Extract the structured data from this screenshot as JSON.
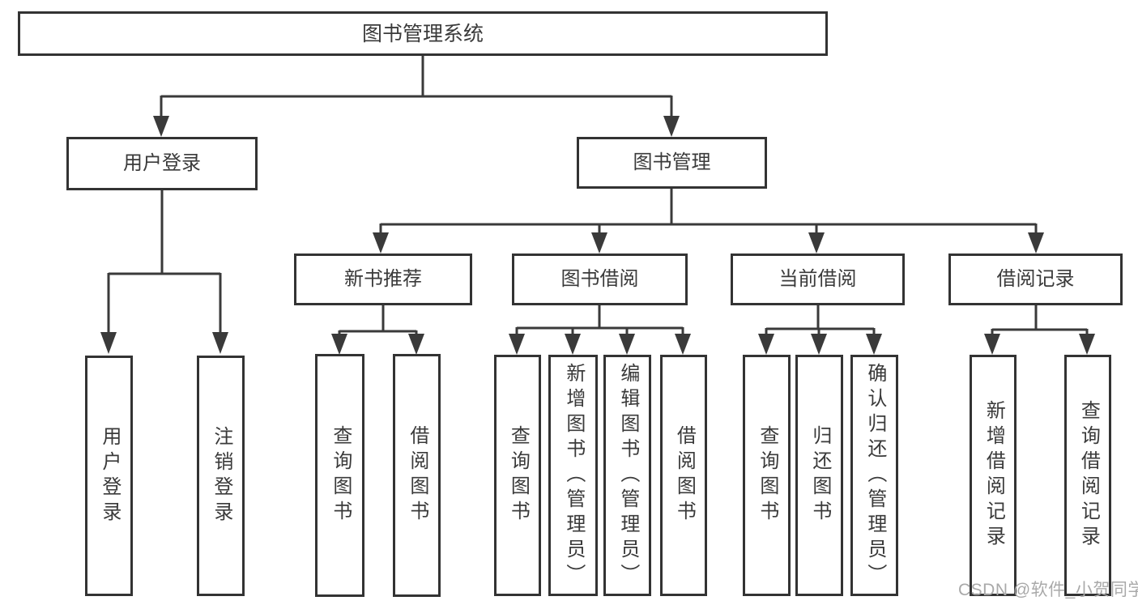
{
  "diagram": {
    "colors": {
      "line": "#3a3a3a",
      "box_border": "#333333",
      "text": "#3a3a3a",
      "background": "#ffffff",
      "watermark": "#a9a9a9"
    },
    "watermark": "CSDN @软件_小贺同学",
    "tree": {
      "label": "图书管理系统",
      "children": [
        {
          "label": "用户登录",
          "children": [
            {
              "label": "用户登录"
            },
            {
              "label": "注销登录"
            }
          ]
        },
        {
          "label": "图书管理",
          "children": [
            {
              "label": "新书推荐",
              "children": [
                {
                  "label": "查询图书"
                },
                {
                  "label": "借阅图书"
                }
              ]
            },
            {
              "label": "图书借阅",
              "children": [
                {
                  "label": "查询图书"
                },
                {
                  "label": "新增图书（管理员）"
                },
                {
                  "label": "编辑图书（管理员）"
                },
                {
                  "label": "借阅图书"
                }
              ]
            },
            {
              "label": "当前借阅",
              "children": [
                {
                  "label": "查询图书"
                },
                {
                  "label": "归还图书"
                },
                {
                  "label": "确认归还（管理员）"
                }
              ]
            },
            {
              "label": "借阅记录",
              "children": [
                {
                  "label": "新增借阅记录"
                },
                {
                  "label": "查询借阅记录"
                }
              ]
            }
          ]
        }
      ]
    }
  }
}
